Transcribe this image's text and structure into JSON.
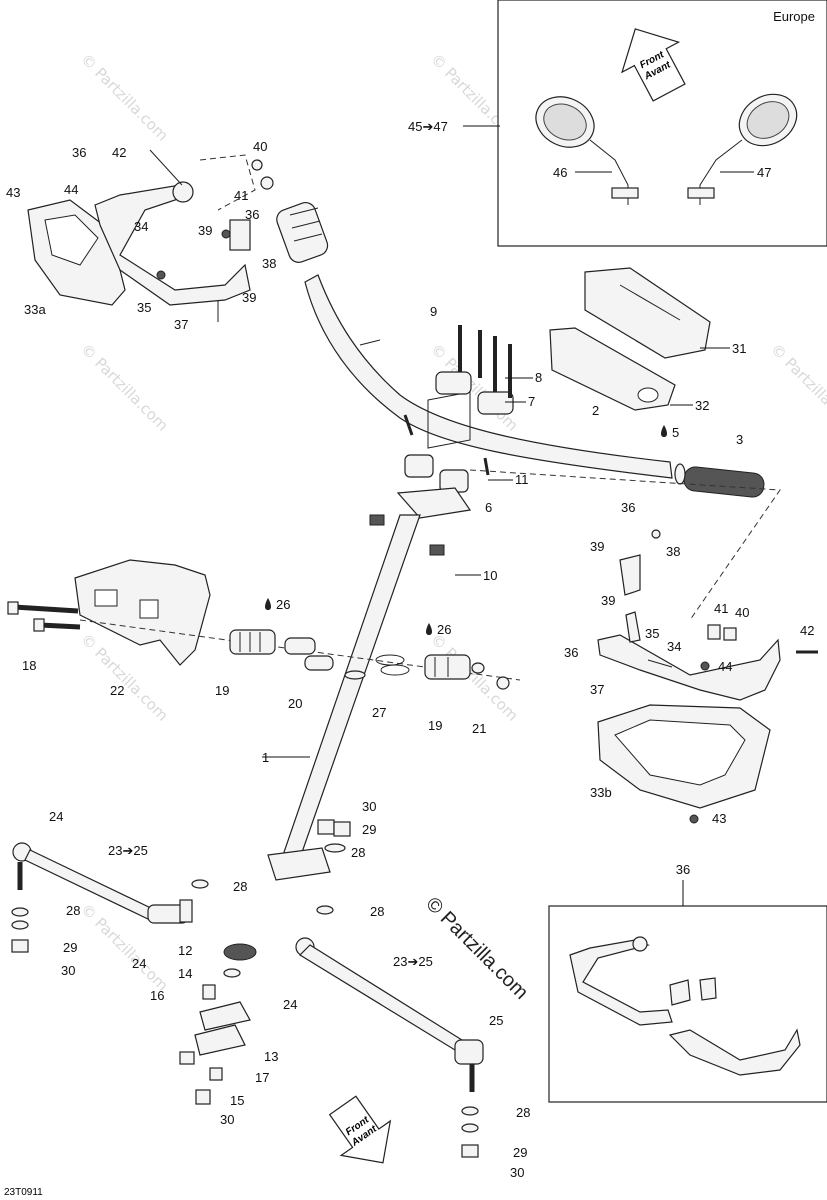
{
  "diagram_code": "23T0911",
  "inset_europe": {
    "title": "Europe",
    "front_text": "Front",
    "avant_text": "Avant"
  },
  "front_arrow_bottom": {
    "front_text": "Front",
    "avant_text": "Avant"
  },
  "watermark": {
    "text": "© Partzilla.com"
  },
  "labels": {
    "l1": "1",
    "l2": "2",
    "l3": "3",
    "l5": "5",
    "l6": "6",
    "l7": "7",
    "l8": "8",
    "l9": "9",
    "l10": "10",
    "l11": "11",
    "l12": "12",
    "l13": "13",
    "l14": "14",
    "l15": "15",
    "l16": "16",
    "l17": "17",
    "l18": "18",
    "l19a": "19",
    "l19b": "19",
    "l20": "20",
    "l21": "21",
    "l22": "22",
    "l23a": "23➔25",
    "l23b": "23➔25",
    "l24a": "24",
    "l24b": "24",
    "l24c": "24",
    "l25": "25",
    "l26a": "26",
    "l26b": "26",
    "l27": "27",
    "l28a": "28",
    "l28b": "28",
    "l28c": "28",
    "l28d": "28",
    "l28e": "28",
    "l29a": "29",
    "l29b": "29",
    "l29c": "29",
    "l30a": "30",
    "l30b": "30",
    "l30c": "30",
    "l30d": "30",
    "l31": "31",
    "l32": "32",
    "l33a": "33a",
    "l33b": "33b",
    "l34a": "34",
    "l34b": "34",
    "l35a": "35",
    "l35b": "35",
    "l36a": "36",
    "l36b": "36",
    "l36c": "36",
    "l36d": "36",
    "l36e": "36",
    "l37a": "37",
    "l37b": "37",
    "l38a": "38",
    "l38b": "38",
    "l39a": "39",
    "l39b": "39",
    "l39c": "39",
    "l39d": "39",
    "l40a": "40",
    "l40b": "40",
    "l41a": "41",
    "l41b": "41",
    "l42a": "42",
    "l42b": "42",
    "l43a": "43",
    "l43b": "43",
    "l44a": "44",
    "l44b": "44",
    "l45": "45➔47",
    "l46": "46",
    "l47": "47"
  }
}
